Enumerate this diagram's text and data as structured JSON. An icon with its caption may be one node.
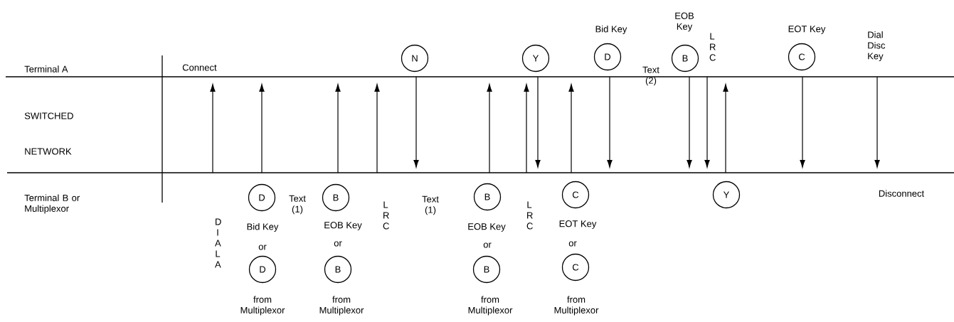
{
  "diagram": {
    "nodes": [
      {
        "text": [
          "N"
        ]
      },
      {
        "text": [
          "Y"
        ]
      },
      {
        "text": [
          "D"
        ]
      },
      {
        "text": [
          "B"
        ]
      },
      {
        "text": [
          "C"
        ]
      },
      {
        "text": [
          "D"
        ]
      },
      {
        "text": [
          "B"
        ]
      },
      {
        "text": [
          "B"
        ]
      },
      {
        "text": [
          "C"
        ]
      },
      {
        "text": [
          "Y"
        ]
      },
      {
        "text": [
          "D"
        ]
      },
      {
        "text": [
          "B"
        ]
      },
      {
        "text": [
          "B"
        ]
      },
      {
        "text": [
          "C"
        ]
      }
    ],
    "labels": [
      "Terminal A",
      "Connect",
      "Bid Key",
      "EOB Key",
      "L R C",
      "Text (2)",
      "EOT Key",
      "Dial Disc Key",
      "SWITCHED",
      "NETWORK",
      "Terminal B or Multiplexor",
      "D I A L A",
      "Text (1)",
      "Bid Key",
      "or",
      "from Multiplexor",
      "EOB Key",
      "or",
      "from Multiplexor",
      "L R C",
      "Text (1)",
      "EOB Key",
      "or",
      "from Multiplexor",
      "L R C",
      "EOT Key",
      "or",
      "from Multiplexor",
      "Disconnect"
    ]
  }
}
